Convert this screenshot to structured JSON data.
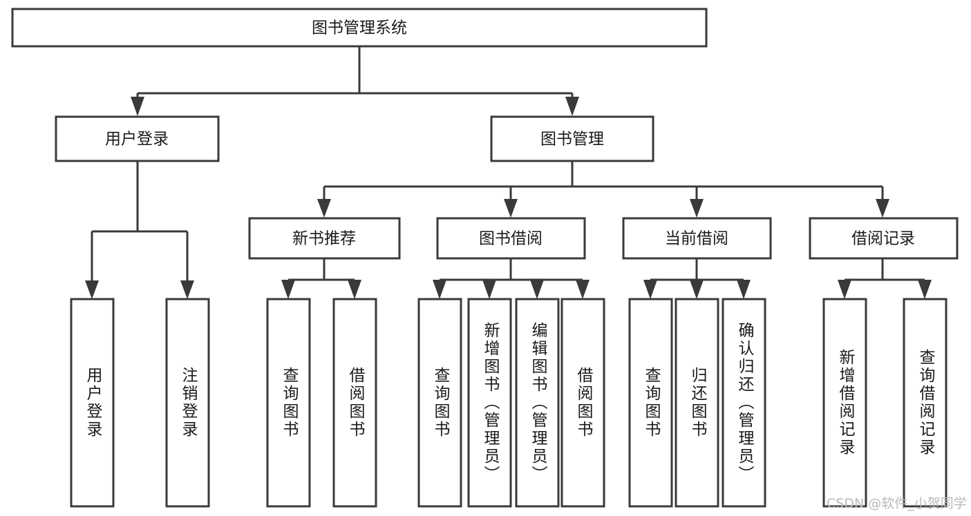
{
  "diagram": {
    "title": "图书管理系统",
    "type": "tree-hierarchy-chart",
    "root": {
      "label": "图书管理系统"
    },
    "level2": [
      {
        "label": "用户登录"
      },
      {
        "label": "图书管理"
      }
    ],
    "level3": [
      {
        "label": "新书推荐"
      },
      {
        "label": "图书借阅"
      },
      {
        "label": "当前借阅"
      },
      {
        "label": "借阅记录"
      }
    ],
    "leaves": {
      "user_login": [
        {
          "label": "用户登录"
        },
        {
          "label": "注销登录"
        }
      ],
      "new_book_recommend": [
        {
          "label": "查询图书"
        },
        {
          "label": "借阅图书"
        }
      ],
      "book_borrow": [
        {
          "label": "查询图书"
        },
        {
          "label": "新增图书（管理员）"
        },
        {
          "label": "编辑图书（管理员）"
        },
        {
          "label": "借阅图书"
        }
      ],
      "current_borrow": [
        {
          "label": "查询图书"
        },
        {
          "label": "归还图书"
        },
        {
          "label": "确认归还（管理员）"
        }
      ],
      "borrow_record": [
        {
          "label": "新增借阅记录"
        },
        {
          "label": "查询借阅记录"
        }
      ]
    }
  },
  "watermark": {
    "text": "CSDN @软件_小贺同学"
  },
  "colors": {
    "stroke": "#3a3a3a",
    "fill": "#ffffff",
    "text": "#1a1a1a",
    "watermark": "#b9b9b9"
  }
}
